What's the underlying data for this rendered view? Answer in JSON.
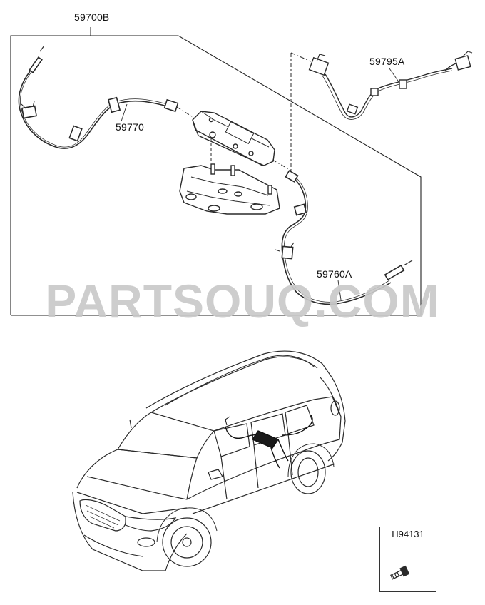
{
  "diagram": {
    "callouts": {
      "assembly": "59700B",
      "front_cable": "59770",
      "rear_cable": "59760A",
      "harness": "59795A"
    },
    "reference": {
      "code": "H94131",
      "icon": "bolt-icon"
    },
    "watermark": "PARTSOUQ.COM",
    "colors": {
      "line": "#2a2a2a",
      "watermark": "#c9c9c9",
      "highlight": "#1a1a1a"
    }
  }
}
